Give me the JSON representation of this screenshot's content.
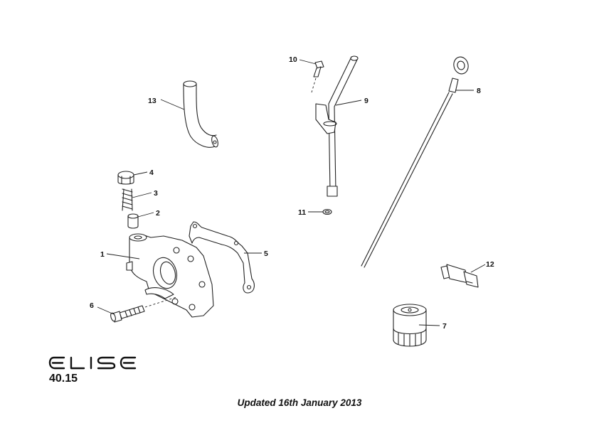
{
  "callouts": {
    "c1": "1",
    "c2": "2",
    "c3": "3",
    "c4": "4",
    "c5": "5",
    "c6": "6",
    "c7": "7",
    "c8": "8",
    "c9": "9",
    "c10": "10",
    "c11": "11",
    "c12": "12",
    "c13": "13"
  },
  "logo_text": "ELISE",
  "section_number": "40.15",
  "update_note": "Updated 16th January 2013"
}
